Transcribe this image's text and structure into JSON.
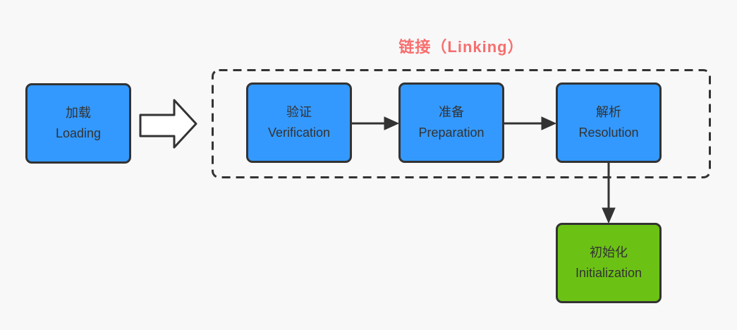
{
  "diagram": {
    "group": {
      "title": "链接（Linking）"
    },
    "nodes": [
      {
        "id": "loading",
        "label_cn": "加载",
        "label_en": "Loading",
        "fill": "blue"
      },
      {
        "id": "verification",
        "label_cn": "验证",
        "label_en": "Verification",
        "fill": "blue"
      },
      {
        "id": "preparation",
        "label_cn": "准备",
        "label_en": "Preparation",
        "fill": "blue"
      },
      {
        "id": "resolution",
        "label_cn": "解析",
        "label_en": "Resolution",
        "fill": "blue"
      },
      {
        "id": "initialization",
        "label_cn": "初始化",
        "label_en": "Initialization",
        "fill": "green"
      }
    ],
    "edges": [
      {
        "from": "loading",
        "to": "linking-group",
        "style": "block-arrow"
      },
      {
        "from": "verification",
        "to": "preparation",
        "style": "arrow"
      },
      {
        "from": "preparation",
        "to": "resolution",
        "style": "arrow"
      },
      {
        "from": "resolution",
        "to": "initialization",
        "style": "arrow"
      }
    ],
    "colors": {
      "background": "#f8f8f8",
      "node_blue": "#3399ff",
      "node_green": "#6cc214",
      "border": "#333333",
      "text": "#333333",
      "title_red": "#f86e6e",
      "block_arrow_fill": "#ffffff"
    }
  }
}
